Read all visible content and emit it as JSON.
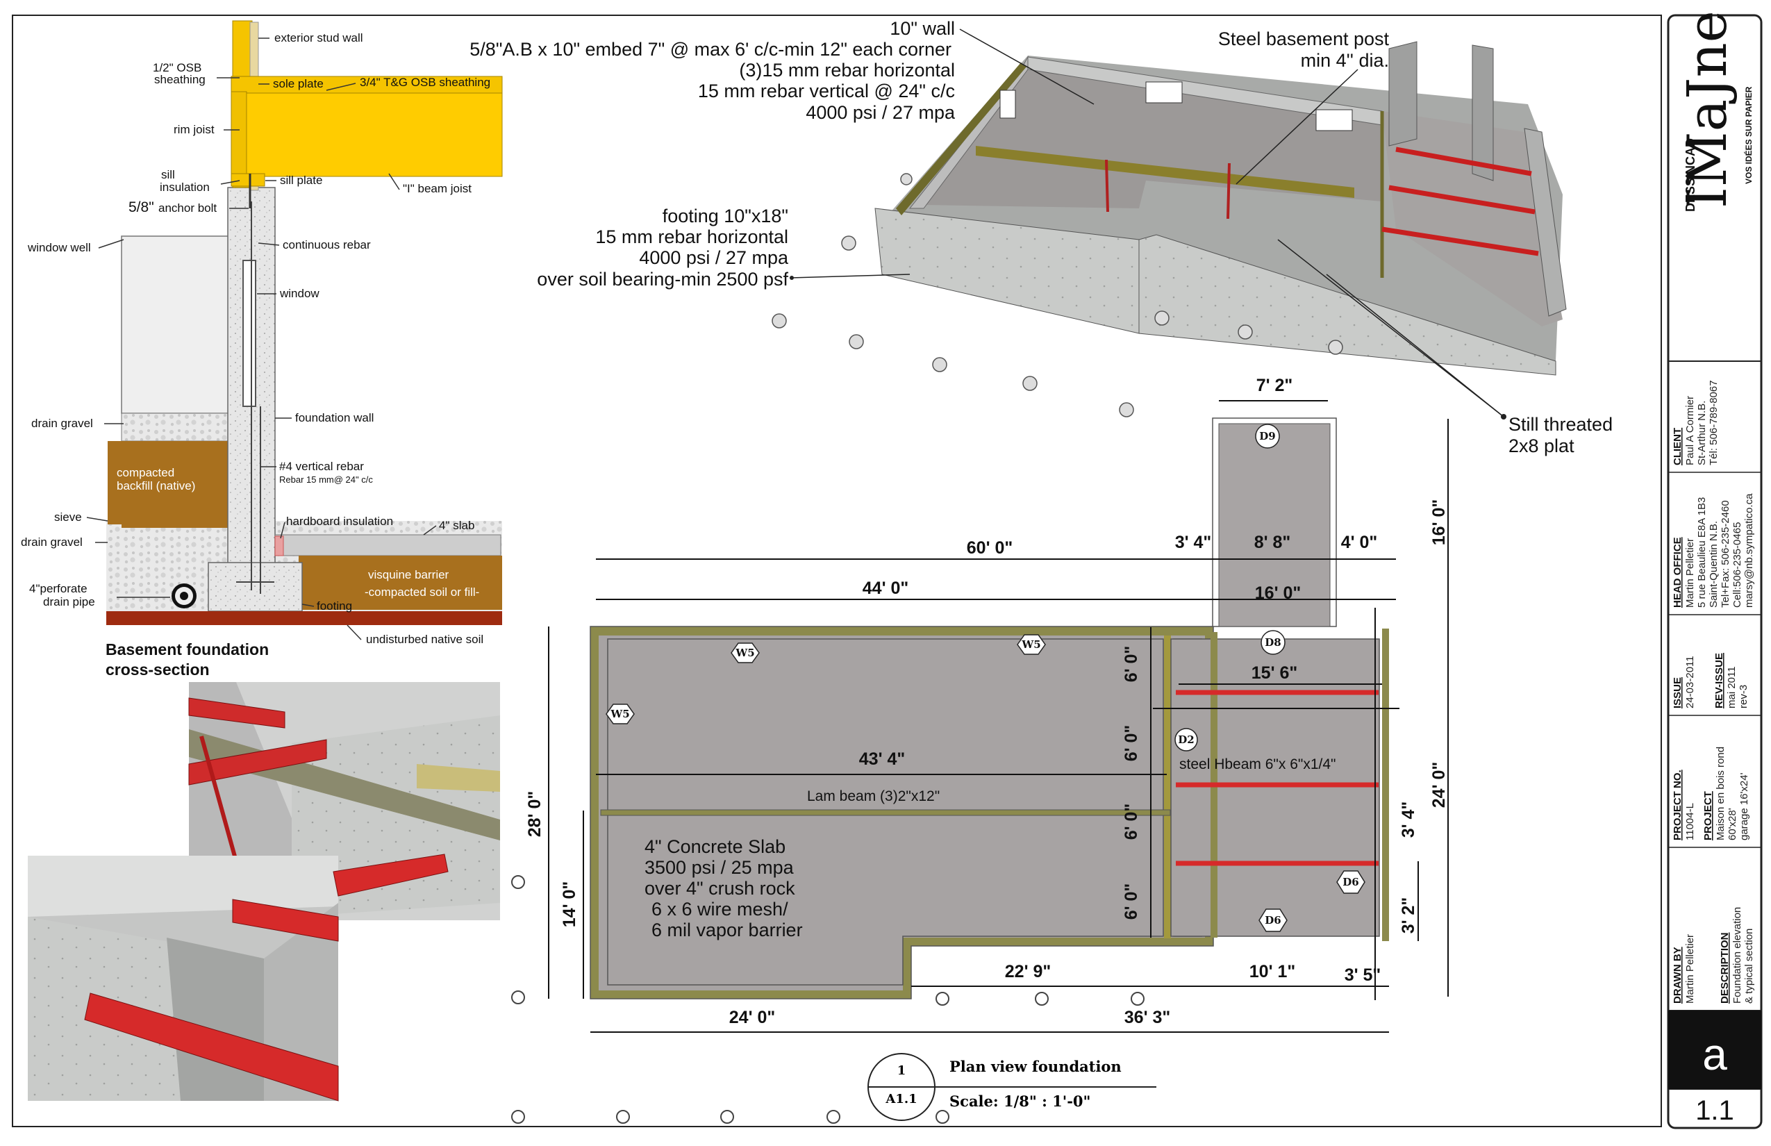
{
  "section": {
    "title_line1": "Basement foundation",
    "title_line2": "cross-section",
    "labels": {
      "exterior_stud_wall": "exterior stud wall",
      "osb_line1": "1/2\" OSB",
      "osb_line2": "sheathing",
      "sole_plate": "sole plate",
      "tg_osb": "3/4\" T&G OSB sheathing",
      "rim_joist": "rim joist",
      "sill_ins_line1": "sill",
      "sill_ins_line2": "insulation",
      "sill_plate": "sill plate",
      "beam_joist": "\"I\" beam joist",
      "anchor_bolt_size": "5/8\"",
      "anchor_bolt": "anchor bolt",
      "window_well": "window well",
      "continuous_rebar": "continuous rebar",
      "window": "window",
      "drain_gravel_top": "drain gravel",
      "foundation_wall": "foundation wall",
      "vertical_rebar": "#4 vertical rebar",
      "vertical_rebar_sub": "Rebar 15 mm@ 24\" c/c",
      "backfill_line1": "compacted",
      "backfill_line2": "backfill (native)",
      "sieve": "sieve",
      "hardboard": "hardboard insulation",
      "slab": "4\" slab",
      "drain_gravel_bottom": "drain gravel",
      "visquine": "visquine barrier",
      "compacted_soil": "-compacted soil or fill-",
      "drain_pipe_line1": "4\"perforate",
      "drain_pipe_line2": "drain pipe",
      "footing": "footing",
      "native_soil": "undisturbed native soil"
    }
  },
  "iso_notes": {
    "wall": "10\" wall",
    "wall_notes": [
      "5/8\"A.B x 10\" embed 7\"  @ max 6' c/c-min 12\" each corner",
      "(3)15 mm rebar horizontal",
      "15 mm rebar vertical @ 24\" c/c",
      "4000 psi / 27 mpa"
    ],
    "footing_notes": [
      "footing 10\"x18\"",
      "15 mm rebar horizontal",
      "4000 psi / 27 mpa",
      "over soil bearing-min 2500 psf"
    ],
    "post_line1": "Steel basement post",
    "post_line2": "min 4'' dia.",
    "plate_line1": "Still threated",
    "plate_line2": "2x8 plat"
  },
  "plan": {
    "dims": {
      "d_7_2": "7' 2\"",
      "d_16_0_right": "16' 0\"",
      "d_60_0": "60' 0\"",
      "d_3_4_top": "3' 4\"",
      "d_8_8": "8' 8\"",
      "d_4_0": "4' 0\"",
      "d_44_0": "44' 0\"",
      "d_16_0": "16' 0\"",
      "d_15_6": "15' 6\"",
      "d_43_4": "43' 4\"",
      "d_28_0": "28' 0\"",
      "d_14_0": "14' 0\"",
      "d_6_0_a": "6' 0\"",
      "d_6_0_b": "6' 0\"",
      "d_6_0_c": "6' 0\"",
      "d_6_0_d": "6' 0\"",
      "d_24_0_right": "24' 0\"",
      "d_3_4_right": "3' 4\"",
      "d_3_2": "3' 2\"",
      "d_22_9": "22' 9\"",
      "d_10_1": "10' 1\"",
      "d_3_5": "3' 5\"",
      "d_24_0_bottom": "24' 0\"",
      "d_36_3": "36' 3\""
    },
    "hbeam": "steel Hbeam 6\"x 6\"x1/4\"",
    "lam_beam": "Lam beam (3)2\"x12\"",
    "slab_notes": [
      "4\" Concrete Slab",
      "3500 psi / 25 mpa",
      "over 4\" crush rock",
      "6 x 6 wire mesh/",
      "6 mil vapor barrier"
    ],
    "tags": {
      "w5_a": "W5",
      "w5_b": "W5",
      "w5_c": "W5",
      "d9": "D9",
      "d8": "D8",
      "d2": "D2",
      "d6_a": "D6",
      "d6_b": "D6"
    },
    "callout": {
      "number": "1",
      "sheet": "A1.1",
      "title": "Plan view foundation",
      "scale": "Scale:  1/8\" : 1'-0\""
    }
  },
  "title_block": {
    "logo": "IMaJne",
    "logo_prefix": "DESSINCAD",
    "logo_tagline": "VOS IDÉES SUR PAPIER",
    "client": {
      "heading": "CLIENT",
      "lines": [
        "Paul A Cormier",
        "St-Arthur N.B.",
        "Tél: 506-789-8067"
      ]
    },
    "head_office": {
      "heading": "HEAD OFFICE",
      "lines": [
        "Martin Pelletier",
        "5 rue Beaulieu E8A 1B3",
        "Saint-Quentin N.B.",
        "Tel+Fax: 506-235-2460",
        "Cell:506-235-0465",
        "marsy@nb.sympatico.ca"
      ]
    },
    "issue": {
      "heading": "ISSUE",
      "value": "24-03-2011"
    },
    "reissue": {
      "heading": "REV-ISSUE",
      "lines": [
        "mai 2011",
        "rev-3"
      ]
    },
    "project_no": {
      "heading": "PROJECT NO.",
      "value": "11004-L"
    },
    "project": {
      "heading": "PROJECT",
      "lines": [
        "Maison en bois rond",
        "60'x28'",
        "garage 16'x24'"
      ]
    },
    "drawn_by": {
      "heading": "DRAWN BY",
      "value": "Martin Pelletier"
    },
    "description": {
      "heading": "DESCRIPTION",
      "lines": [
        "Foundation elevation",
        "& typical section"
      ]
    },
    "sheet_letter": "a",
    "sheet_number": "1.1"
  }
}
